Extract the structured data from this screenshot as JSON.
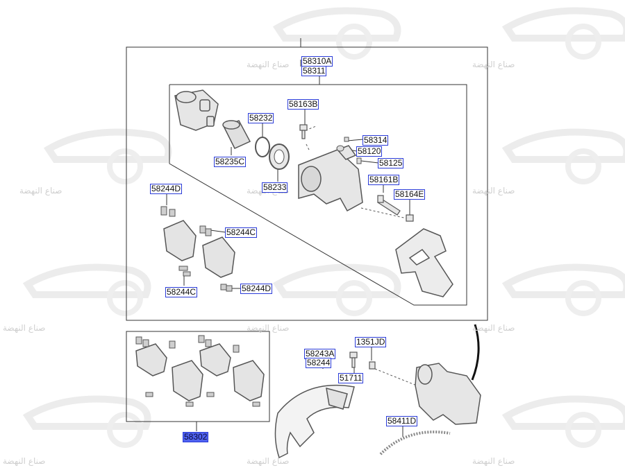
{
  "watermark_text": "صناع النهضة",
  "labels": {
    "l58310A": "58310A",
    "l58311": "58311",
    "l58163B": "58163B",
    "l58232": "58232",
    "l58235C": "58235C",
    "l58233": "58233",
    "l58314": "58314",
    "l58120": "58120",
    "l58125": "58125",
    "l58161B": "58161B",
    "l58164E": "58164E",
    "l58244D_a": "58244D",
    "l58244C_a": "58244C",
    "l58244C_b": "58244C",
    "l58244D_b": "58244D",
    "l1351JD": "1351JD",
    "l58243A": "58243A",
    "l58244": "58244",
    "l51711": "51711",
    "l58411D": "58411D",
    "l58302": "58302"
  },
  "colors": {
    "label_border": "#2a3bd8",
    "highlight": "#4f62ee",
    "line": "#333333",
    "part_fill": "#e6e6e6",
    "part_stroke": "#555555"
  }
}
